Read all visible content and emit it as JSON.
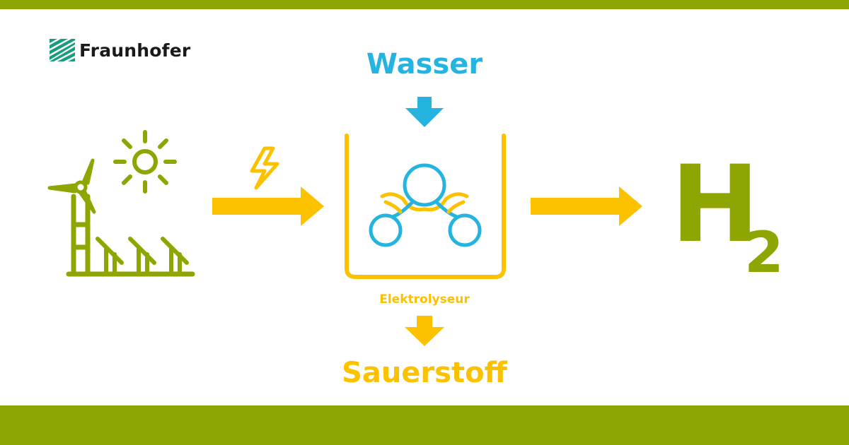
{
  "logo": {
    "text": "Fraunhofer",
    "icon": "fraunhofer-logo-icon",
    "color": "#179c7d"
  },
  "labels": {
    "input": "Wasser",
    "device": "Elektrolyseur",
    "byproduct": "Sauerstoff",
    "product_symbol": "H",
    "product_subscript": "2"
  },
  "icons": [
    "wind-turbine-icon",
    "sun-icon",
    "solar-panel-icon",
    "lightning-icon",
    "arrow-right-icon",
    "arrow-down-icon",
    "molecule-icon"
  ],
  "colors": {
    "brand_bar": "#8fa502",
    "green": "#8fa502",
    "yellow": "#fcc200",
    "blue": "#25b4e0",
    "logo_green": "#179c7d"
  }
}
